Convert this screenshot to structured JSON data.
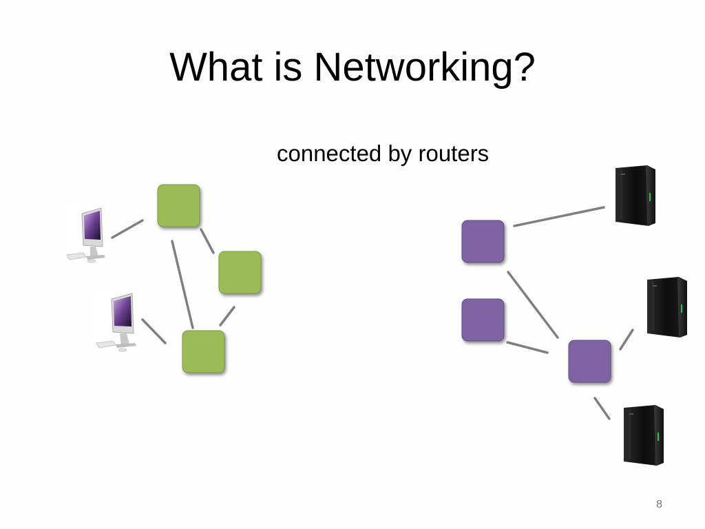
{
  "slide": {
    "title": "What is Networking?",
    "subtitle": "connected by routers",
    "page_number": "8"
  },
  "colors": {
    "green_router": "#9bbb59",
    "purple_router": "#8064a2",
    "link": "#7f7f7f"
  },
  "left_network": {
    "routers": [
      "green-router-top",
      "green-router-right",
      "green-router-bottom"
    ],
    "hosts": [
      "computer-top",
      "computer-bottom"
    ]
  },
  "right_network": {
    "routers": [
      "purple-router-top",
      "purple-router-middle",
      "purple-router-hub"
    ],
    "servers": [
      "server-top",
      "server-middle",
      "server-bottom"
    ]
  }
}
